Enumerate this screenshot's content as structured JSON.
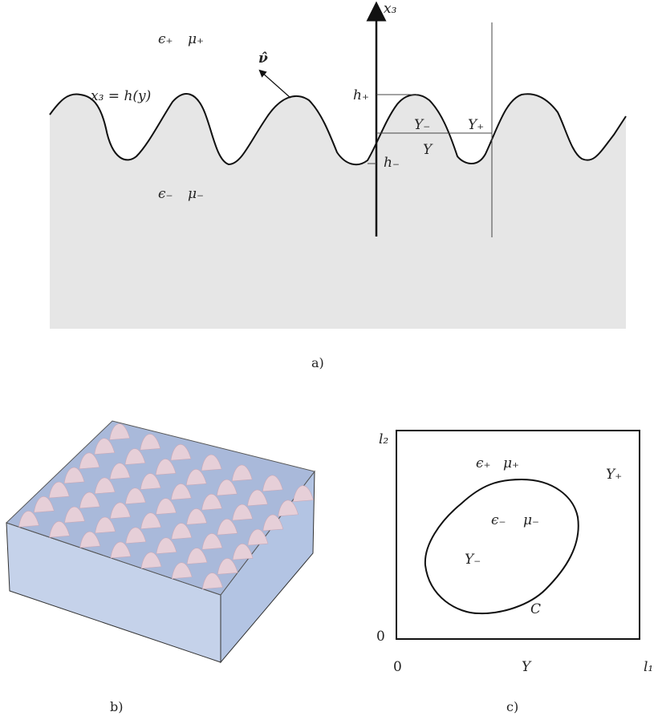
{
  "panel_a": {
    "eps_plus": "ϵ₊",
    "mu_plus": "μ₊",
    "eps_minus": "ϵ₋",
    "mu_minus": "μ₋",
    "surface": "x₃ = h(y)",
    "normal": "ν̂",
    "axis": "x₃",
    "h_plus": "h₊",
    "h_minus": "h₋",
    "Y_minus": "Y₋",
    "Y_plus": "Y₊",
    "Y": "Y",
    "caption": "a)"
  },
  "panel_b": {
    "caption": "b)"
  },
  "panel_c": {
    "l2": "l₂",
    "l1": "l₁",
    "zero_y": "0",
    "zero_x": "0",
    "eps_plus": "ϵ₊",
    "mu_plus": "μ₊",
    "eps_minus": "ϵ₋",
    "mu_minus": "μ₋",
    "Y_plus": "Y₊",
    "Y_minus": "Y₋",
    "C": "C",
    "Y": "Y",
    "caption": "c)"
  }
}
